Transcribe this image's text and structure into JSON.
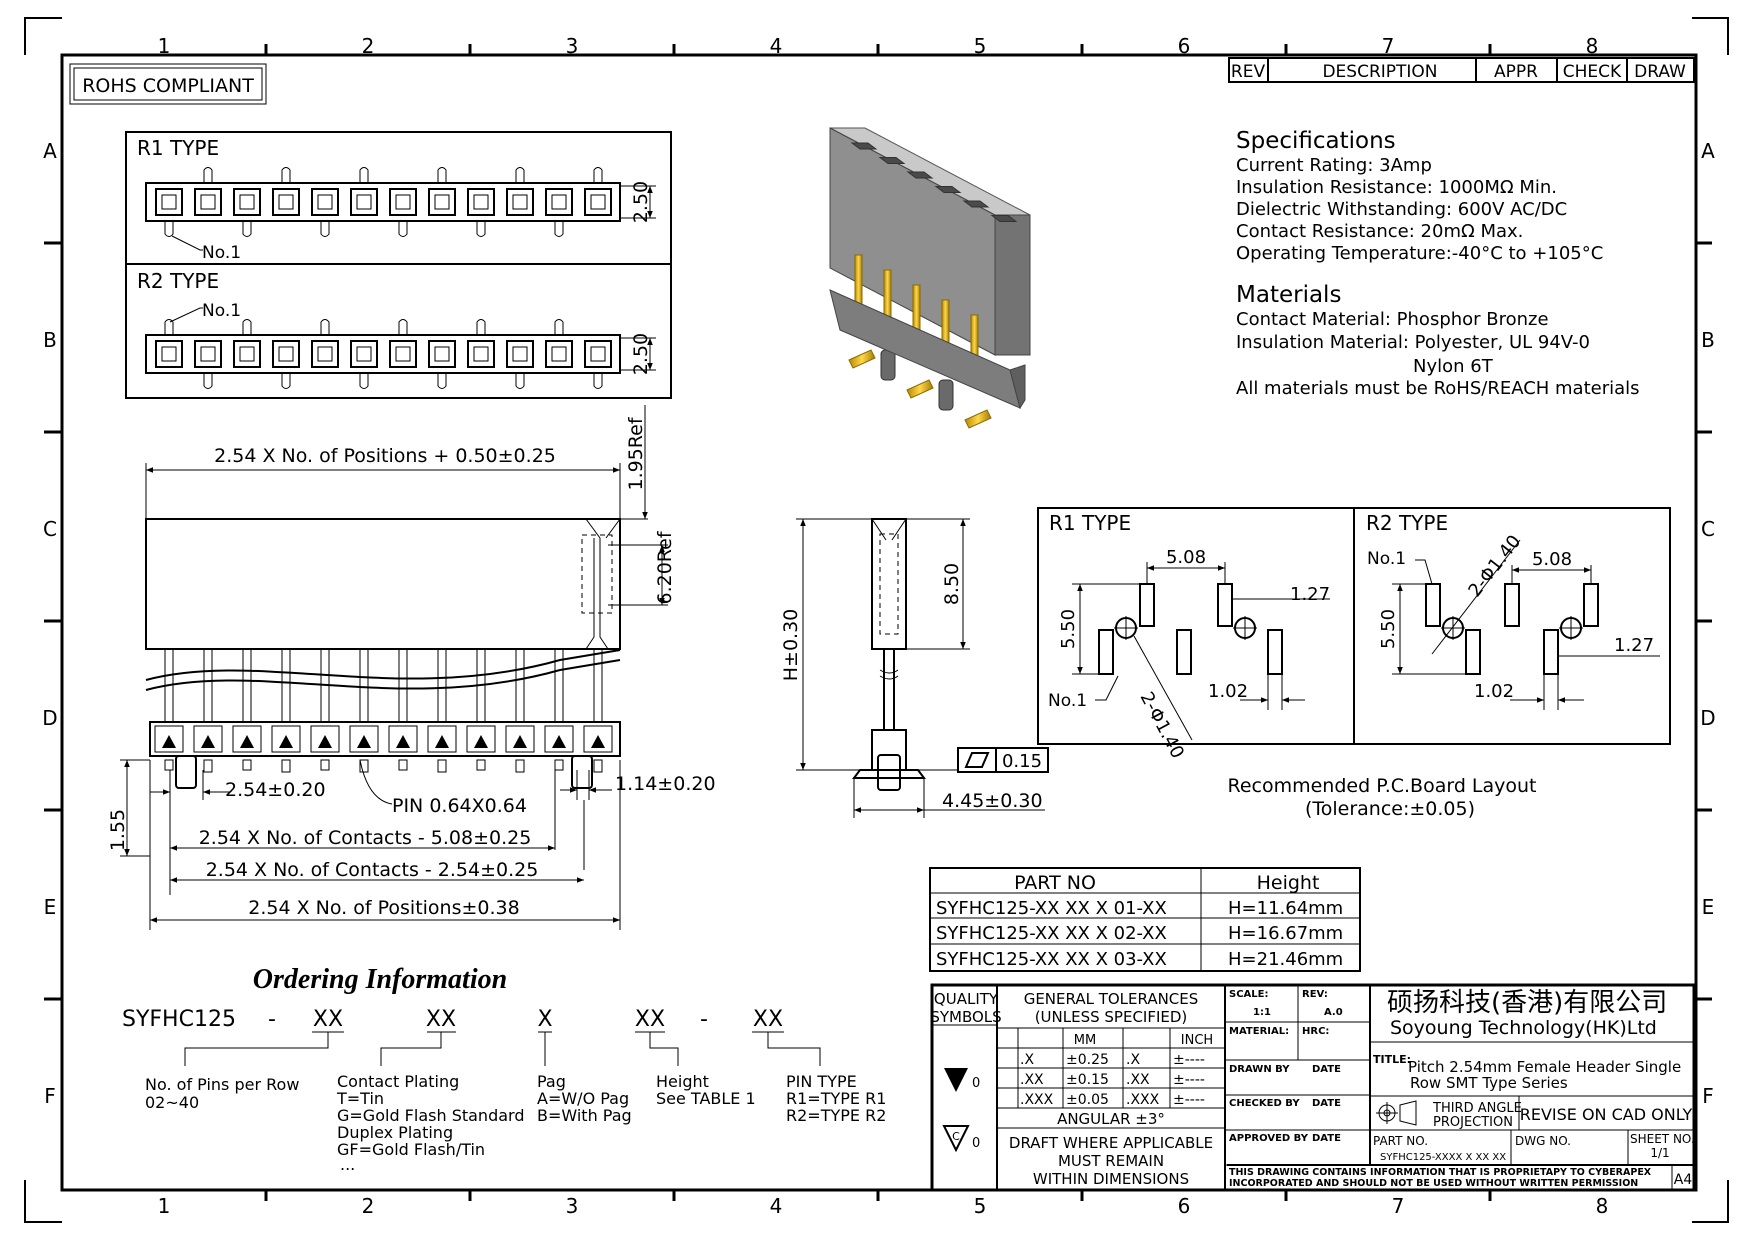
{
  "border": {
    "col_labels": [
      "1",
      "2",
      "3",
      "4",
      "5",
      "6",
      "7",
      "8"
    ],
    "row_labels": [
      "A",
      "B",
      "C",
      "D",
      "E",
      "F"
    ]
  },
  "rohs": "ROHS COMPLIANT",
  "revision_block": {
    "rev": "REV",
    "description": "DESCRIPTION",
    "appr": "APPR",
    "check": "CHECK",
    "draw": "DRAW"
  },
  "top_views": {
    "r1_title": "R1 TYPE",
    "r2_title": "R2 TYPE",
    "no1": "No.1",
    "height_dim": "2.50"
  },
  "specifications": {
    "title": "Specifications",
    "lines": [
      "Current Rating:   3Amp",
      "Insulation Resistance: 1000MΩ Min.",
      "Dielectric Withstanding:   600V AC/DC",
      "Contact Resistance:   20mΩ Max.",
      "Operating Temperature:-40°C to +105°C"
    ]
  },
  "materials": {
    "title": "Materials",
    "lines": [
      "Contact Material: Phosphor Bronze",
      "Insulation Material: Polyester, UL 94V-0",
      "Nylon 6T",
      "All materials must be RoHS/REACH materials"
    ]
  },
  "front_view": {
    "total_length": "2.54 X No. of Positions + 0.50±0.25",
    "ref_195": "1.95Ref",
    "ref_620": "6.20Ref",
    "pitch": "2.54±0.20",
    "pin": "PIN 0.64X0.64",
    "dim_114": "1.14±0.20",
    "dim_155": "1.55",
    "contacts_508": "2.54 X No. of Contacts - 5.08±0.25",
    "contacts_254": "2.54 X No. of Contacts - 2.54±0.25",
    "positions": "2.54 X No. of Positions±0.38"
  },
  "side_view": {
    "h": "H±0.30",
    "dim_850": "8.50",
    "dim_445": "4.45±0.30",
    "flatness": "0.15"
  },
  "pcb_layout": {
    "r1_title": "R1 TYPE",
    "r2_title": "R2 TYPE",
    "d508": "5.08",
    "d127": "1.27",
    "d550": "5.50",
    "d102": "1.02",
    "hole": "2-Φ1.40",
    "no1": "No.1",
    "caption": "Recommended P.C.Board Layout",
    "tolerance": "(Tolerance:±0.05)"
  },
  "part_table": {
    "headers": [
      "PART NO",
      "Height"
    ],
    "rows": [
      [
        "SYFHC125-XX XX X 01-XX",
        "H=11.64mm"
      ],
      [
        "SYFHC125-XX XX X 02-XX",
        "H=16.67mm"
      ],
      [
        "SYFHC125-XX XX X 03-XX",
        "H=21.46mm"
      ]
    ]
  },
  "ordering": {
    "title": "Ordering Information",
    "code": [
      "SYFHC125",
      "-",
      "XX",
      "XX",
      "X",
      "XX",
      "-",
      "XX"
    ],
    "pins_label": "No. of Pins per Row",
    "pins_range": "02~40",
    "plating_title": "Contact Plating",
    "plating_lines": [
      "T=Tin",
      "G=Gold Flash Standard",
      "Duplex Plating",
      "GF=Gold Flash/Tin",
      "..."
    ],
    "pag_title": "Pag",
    "pag_lines": [
      "A=W/O Pag",
      "B=With Pag"
    ],
    "height_title": "Height",
    "height_line": "See TABLE 1",
    "pin_type_title": "PIN TYPE",
    "pin_type_lines": [
      "R1=TYPE R1",
      "R2=TYPE R2"
    ]
  },
  "title_block": {
    "quality": "QUALITY",
    "symbols": "SYMBOLS",
    "gen_tol": "GENERAL TOLERANCES",
    "unless": "(UNLESS SPECIFIED)",
    "mm": "MM",
    "inch": "INCH",
    "tol_rows": [
      [
        ".X",
        "±0.25",
        ".X",
        "±----"
      ],
      [
        ".XX",
        "±0.15",
        ".XX",
        "±----"
      ],
      [
        ".XXX",
        "±0.05",
        ".XXX",
        "±----"
      ]
    ],
    "angular": "ANGULAR ±3°",
    "draft": [
      "DRAFT WHERE APPLICABLE",
      "MUST REMAIN",
      "WITHIN DIMENSIONS"
    ],
    "sym0a": "0",
    "sym0b": "0",
    "symC": "C",
    "scale_label": "SCALE:",
    "scale_value": "1:1",
    "rev_label": "REV:",
    "rev_value": "A.0",
    "material_label": "MATERIAL:",
    "hrc_label": "HRC:",
    "drawn_by": "DRAWN BY",
    "checked_by": "CHECKED BY",
    "approved_by": "APPROVED BY",
    "date": "DATE",
    "company_cn": "硕扬科技(香港)有限公司",
    "company_en": "Soyoung Technology(HK)Ltd",
    "title_label": "TITLE:",
    "title_line1": "Pitch 2.54mm Female Header Single",
    "title_line2": "Row SMT Type Series",
    "projection": [
      "THIRD ANGLE",
      "PROJECTION"
    ],
    "revise": "REVISE ON CAD ONLY",
    "part_no_label": "PART NO.",
    "part_no_value": "SYFHC125-XXXX X XX XX",
    "dwg_no": "DWG NO.",
    "sheet_no": "SHEET NO.",
    "sheet_value": "1/1",
    "notice1": "THIS DRAWING CONTAINS INFORMATION THAT IS PROPRIETAPY TO CYBERAPEX",
    "notice2": "INCORPORATED AND SHOULD NOT BE USED WITHOUT WRITTEN PERMISSION",
    "size": "A4"
  }
}
